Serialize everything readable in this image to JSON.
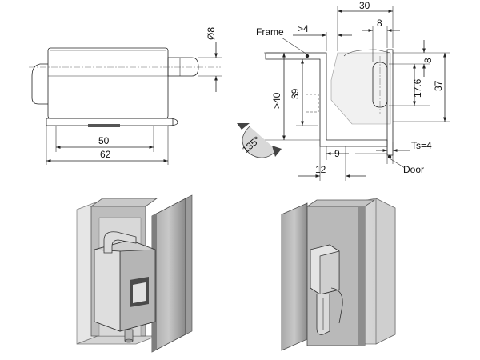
{
  "front_view": {
    "diameter_label": "Ø8",
    "width_inner": "50",
    "width_outer": "62"
  },
  "side_view": {
    "frame_label": "Frame",
    "door_label": "Door",
    "dim_top": "30",
    "dim_top_inner": "8",
    "dim_frame_offset": ">4",
    "dim_right_8": "8",
    "dim_right_176": "17.6",
    "dim_right_37": "37",
    "dim_left_40": ">40",
    "dim_left_39": "39",
    "dim_bottom_9": "9",
    "dim_bottom_12": "12",
    "thickness_label": "Ts=4",
    "rotation_label": "135°"
  },
  "colors": {
    "line": "#222222",
    "body_fill": "#e8e8e8",
    "render_light": "#d9d9d9",
    "render_dark": "#8c8c8c"
  }
}
